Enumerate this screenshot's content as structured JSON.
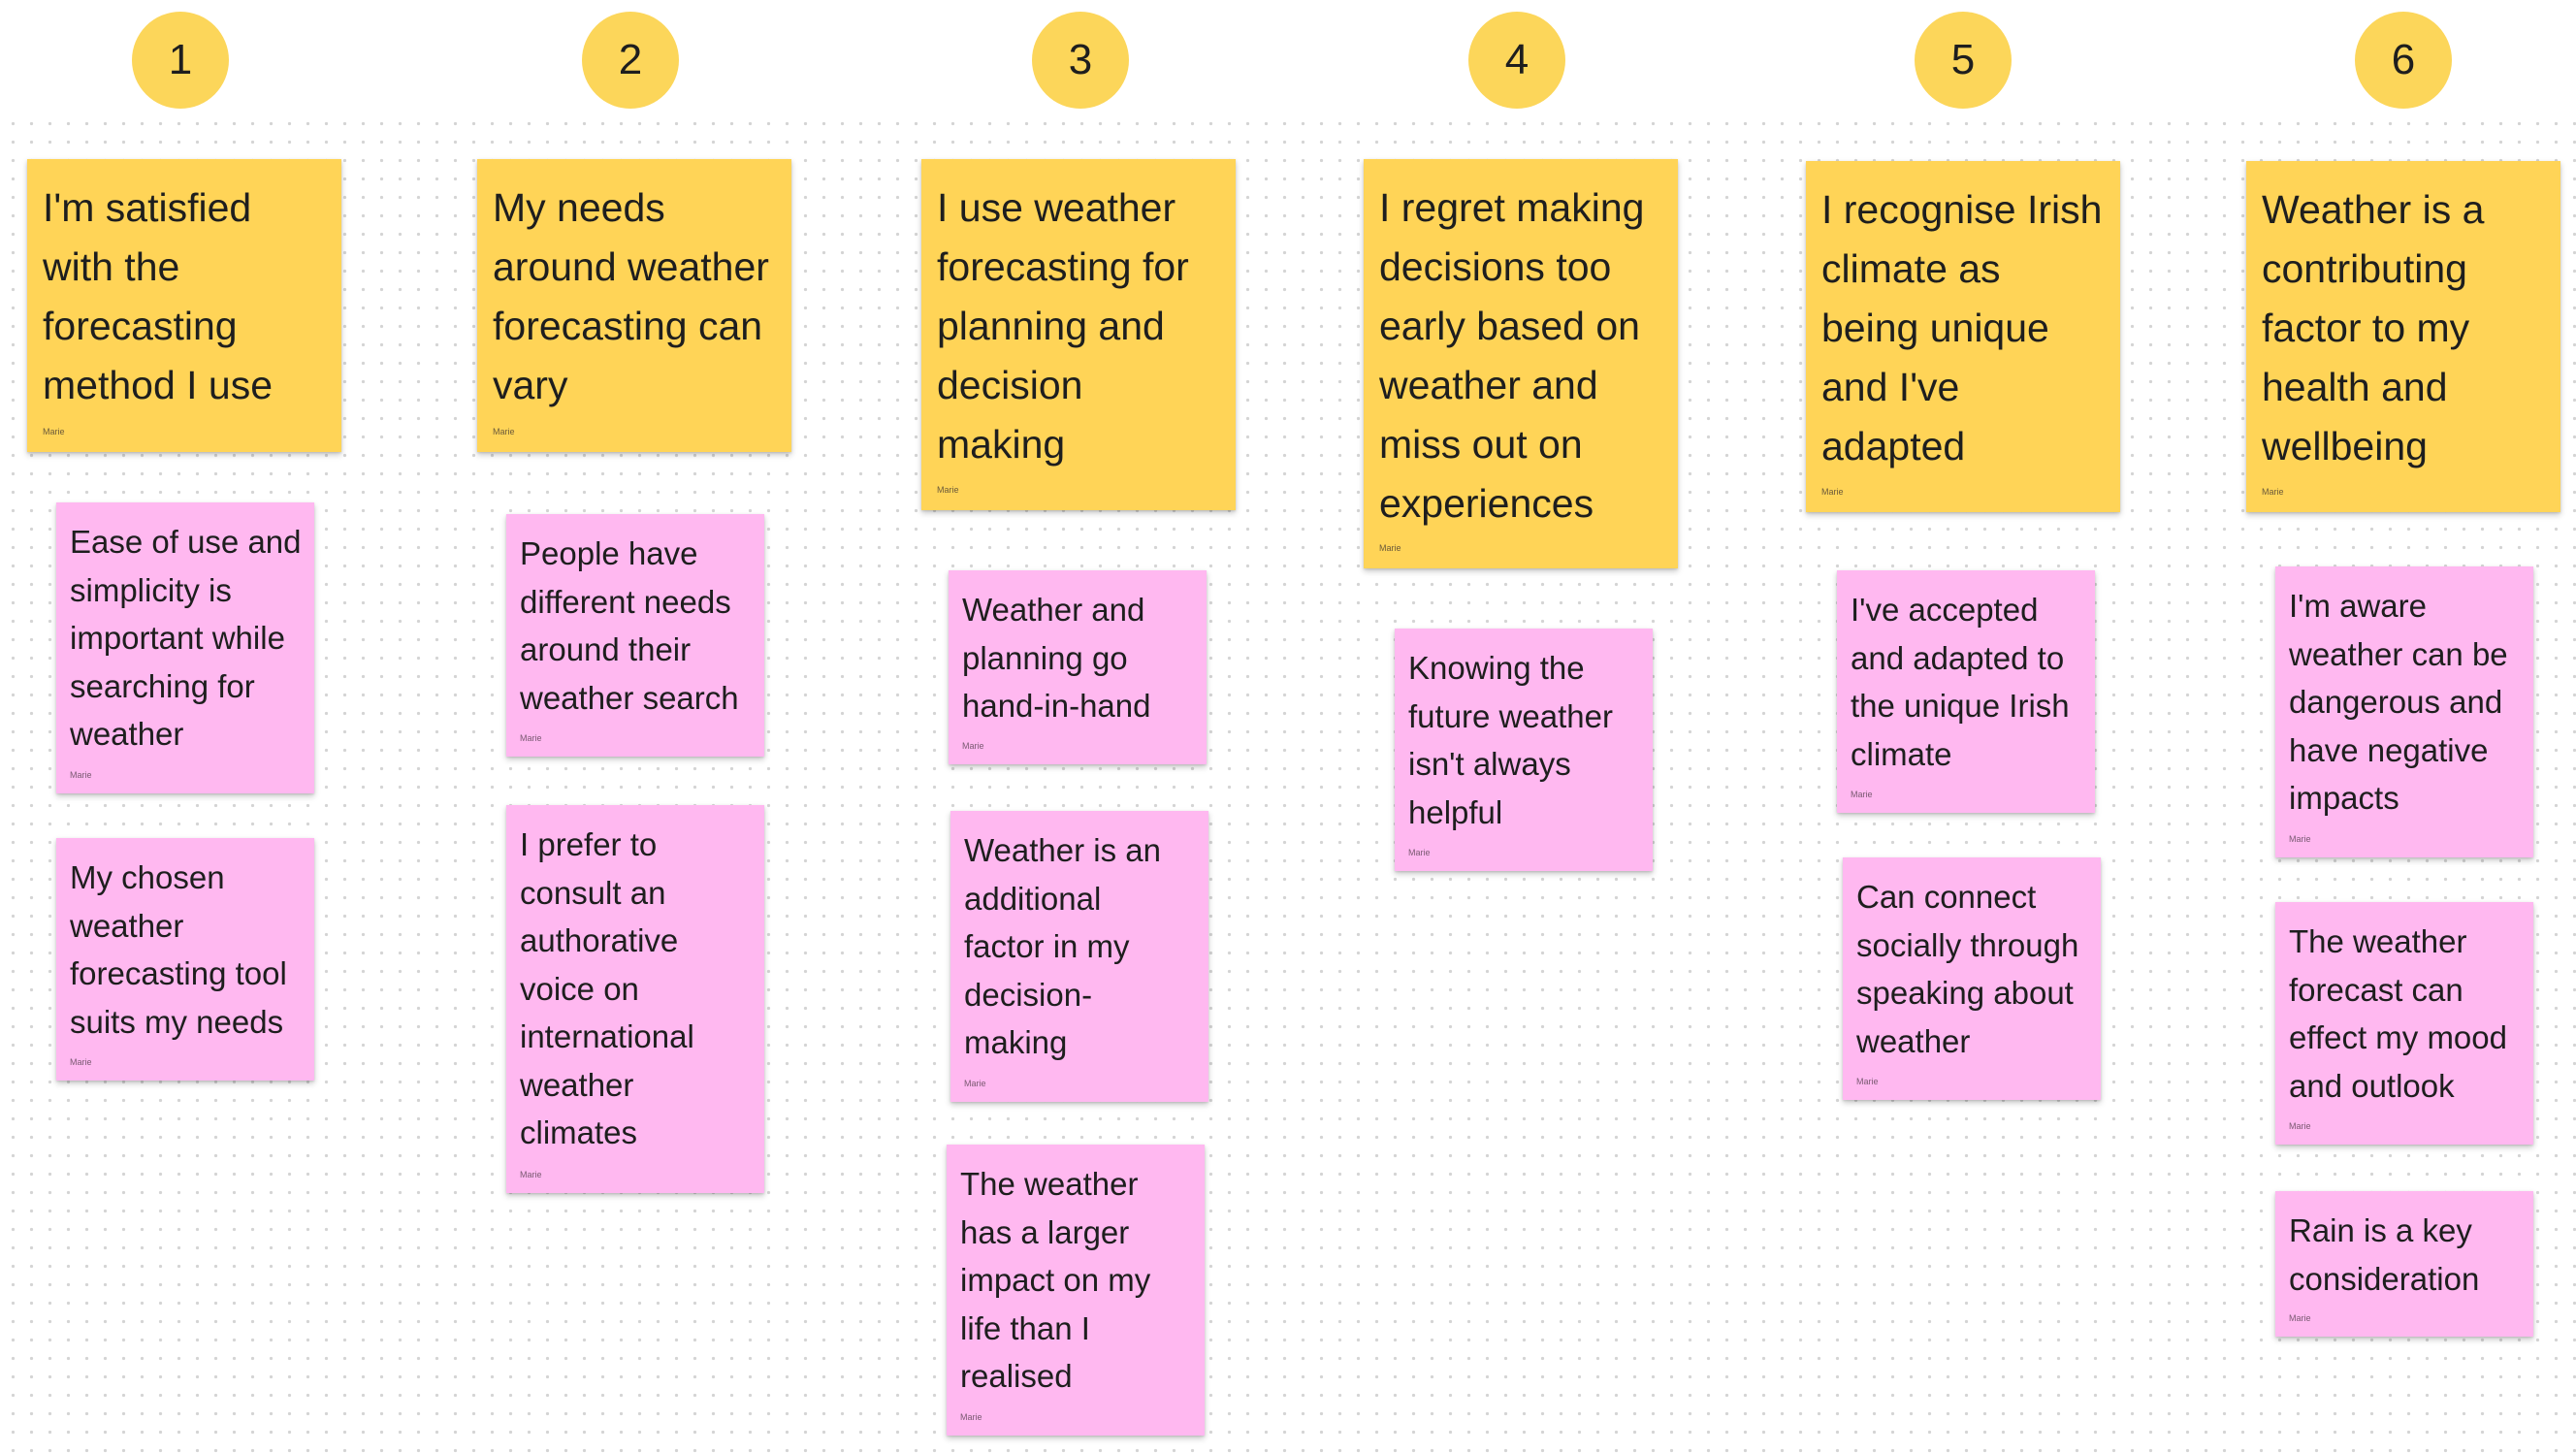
{
  "columns": [
    {
      "number": "1",
      "theme": "I'm satisfied\nwith the\nforecasting\nmethod I use",
      "author": "Marie",
      "notes": [
        {
          "text": "Ease of use and\nsimplicity is\nimportant while\nsearching for\nweather",
          "author": "Marie"
        },
        {
          "text": "My chosen\nweather\nforecasting tool\nsuits my needs",
          "author": "Marie"
        }
      ]
    },
    {
      "number": "2",
      "theme": "My needs\naround weather\nforecasting can\nvary",
      "author": "Marie",
      "notes": [
        {
          "text": "People have\ndifferent needs\naround their\nweather search",
          "author": "Marie"
        },
        {
          "text": "I prefer to\nconsult an\nauthorative\nvoice on\ninternational\nweather\nclimates",
          "author": "Marie"
        }
      ]
    },
    {
      "number": "3",
      "theme": "I use weather\nforecasting for\nplanning and\ndecision\nmaking",
      "author": "Marie",
      "notes": [
        {
          "text": "Weather and\nplanning go\nhand-in-hand",
          "author": "Marie"
        },
        {
          "text": "Weather is an\nadditional\nfactor in my\ndecision-\nmaking",
          "author": "Marie"
        },
        {
          "text": "The weather\nhas a larger\nimpact on my\nlife than I\nrealised",
          "author": "Marie"
        }
      ]
    },
    {
      "number": "4",
      "theme": "I regret making\ndecisions too\nearly based on\nweather and\nmiss out on\nexperiences",
      "author": "Marie",
      "notes": [
        {
          "text": "Knowing the\nfuture weather\nisn't always\nhelpful",
          "author": "Marie"
        }
      ]
    },
    {
      "number": "5",
      "theme": "I recognise Irish\nclimate as\nbeing unique\nand I've\nadapted",
      "author": "Marie",
      "notes": [
        {
          "text": "I've accepted\nand adapted to\nthe unique Irish\nclimate",
          "author": "Marie"
        },
        {
          "text": "Can connect\nsocially through\nspeaking about\nweather",
          "author": "Marie"
        }
      ]
    },
    {
      "number": "6",
      "theme": "Weather is a\ncontributing\nfactor to my\nhealth and\nwellbeing",
      "author": "Marie",
      "notes": [
        {
          "text": "I'm aware\nweather can be\ndangerous and\nhave negative\nimpacts",
          "author": "Marie"
        },
        {
          "text": "The weather\nforecast can\neffect my mood\nand outlook",
          "author": "Marie"
        },
        {
          "text": "Rain is a key\nconsideration",
          "author": "Marie"
        }
      ]
    }
  ],
  "colors": {
    "badge": "#fcd65a",
    "theme_note": "#ffd457",
    "insight_note": "#ffb8f0",
    "canvas_dots": "#d4d4d4"
  }
}
